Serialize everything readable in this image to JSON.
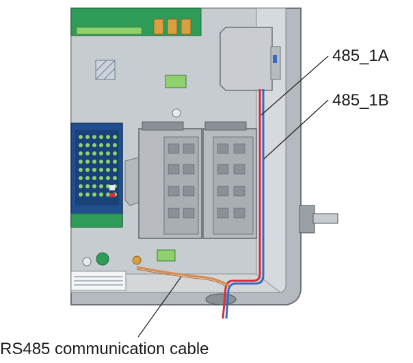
{
  "labels": {
    "line_a": "485_1A",
    "line_b": "485_1B",
    "cable": "RS485 communication cable"
  },
  "colors": {
    "enclosure": "#a9b0b6",
    "panel": "#c4c9ce",
    "pcb_green": "#2f9b59",
    "power_blue": "#1f4f8f",
    "switch_gray": "#b8bcc0",
    "wire_red": "#d32f3a",
    "wire_blue": "#3b67c6",
    "cable_orange": "#d88a48"
  }
}
